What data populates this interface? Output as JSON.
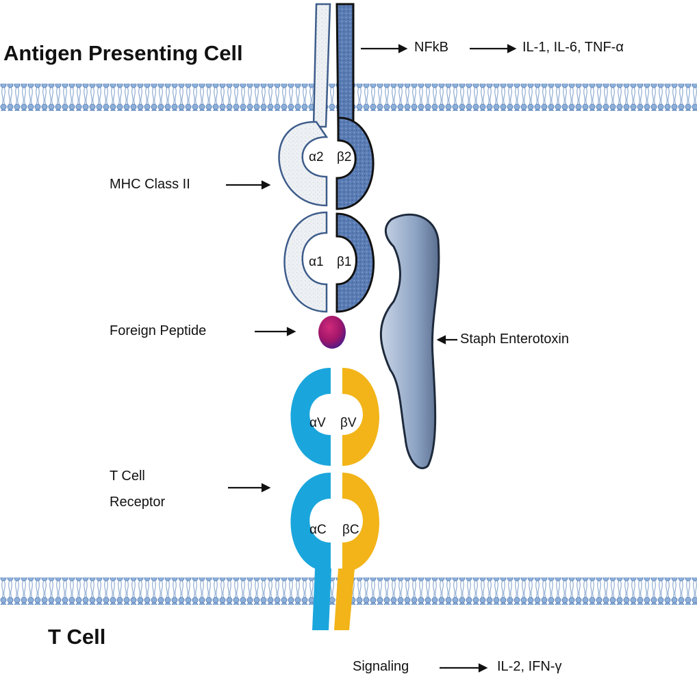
{
  "cells": {
    "apc": "Antigen Presenting Cell",
    "tcell": "T Cell"
  },
  "apc_signal": {
    "source": "NFkB",
    "output": "IL-1, IL-6, TNF-α"
  },
  "tcell_signal": {
    "source": "Signaling",
    "output": "IL-2, IFN-γ"
  },
  "labels": {
    "mhc": "MHC Class II",
    "peptide": "Foreign Peptide",
    "toxin": "Staph Enterotoxin",
    "tcr_line1": "T Cell",
    "tcr_line2": "Receptor"
  },
  "domains": {
    "mhc_alpha2": "α2",
    "mhc_beta2": "β2",
    "mhc_alpha1": "α1",
    "mhc_beta1": "β1",
    "tcr_alphaV": "αV",
    "tcr_betaV": "βV",
    "tcr_alphaC": "αC",
    "tcr_betaC": "βC"
  },
  "colors": {
    "membrane": "#7a9cc8",
    "mhc_alpha": "#eef1f4",
    "mhc_beta": "#5577b0",
    "tcr_alpha": "#1aa6dc",
    "tcr_beta": "#f2b418",
    "peptide": "#b0186a",
    "toxin": "#8ea4c4"
  }
}
